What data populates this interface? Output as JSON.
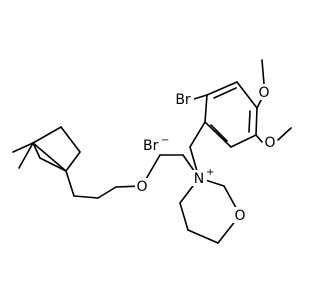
{
  "molecule": {
    "atoms": {
      "br_substituent": "Br",
      "bromide_ion": "Br",
      "bromide_charge": "−",
      "oxygen_methoxy_top": "O",
      "oxygen_methoxy_bottom": "O",
      "oxygen_ether": "O",
      "nitrogen": "N",
      "nitrogen_charge": "+",
      "oxygen_morpholine": "O"
    }
  }
}
